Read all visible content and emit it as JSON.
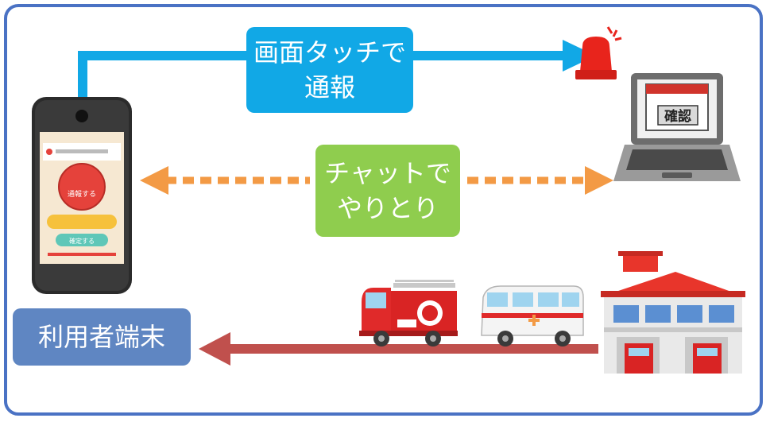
{
  "labels": {
    "touch_line1": "画面タッチで",
    "touch_line2": "通報",
    "chat_line1": "チャットで",
    "chat_line2": "やりとり",
    "terminal": "利用者端末"
  },
  "phone_screen": {
    "sos_button": "通報する",
    "confirm_button": "確定する"
  },
  "laptop_screen": {
    "text": "確認"
  },
  "colors": {
    "frame": "#4a72c4",
    "touch_label": "#11a8e6",
    "chat_label": "#8fcd4e",
    "terminal_label": "#5f86c2",
    "touch_arrow": "#11a8e6",
    "chat_arrow": "#f39a45",
    "dispatch_arrow": "#c0504d"
  },
  "icons": [
    "smartphone-icon",
    "siren-icon",
    "laptop-icon",
    "fire-truck-icon",
    "ambulance-icon",
    "fire-station-icon"
  ]
}
